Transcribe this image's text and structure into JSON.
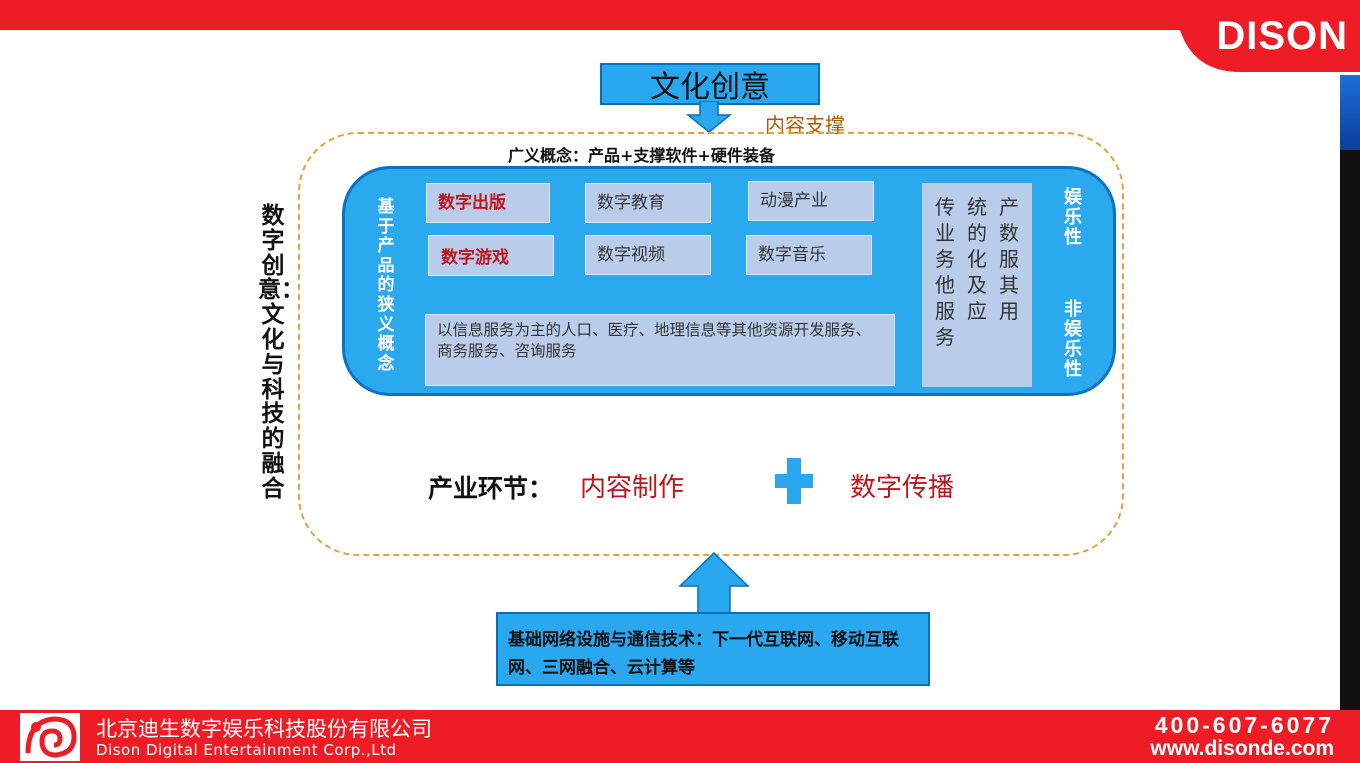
{
  "header": {
    "brand": "DISON"
  },
  "diagram": {
    "culture_title": "文化创意",
    "content_support": "内容支撑",
    "broad_concept": "广义概念：产品+支撑软件+硬件装备",
    "narrow_concept": "基于产品的狭义概念",
    "left_vertical_title": "数字创意：文化与科技的融合",
    "categories": {
      "digital_publishing": "数字出版",
      "digital_education": "数字教育",
      "animation_industry": "动漫产业",
      "digital_games": "数字游戏",
      "digital_video": "数字视频",
      "digital_music": "数字音乐"
    },
    "info_services": "以信息服务为主的人口、医疗、地理信息等其他资源开发服务、商务服务、咨询服务",
    "traditional_services": {
      "col1": "传业务他服务",
      "col2": "统的化及应",
      "col3": "产数服其用"
    },
    "entertainment": "娱乐性",
    "non_entertainment": "非娱乐性",
    "industry_label": "产业环节：",
    "content_production": "内容制作",
    "digital_propagation": "数字传播",
    "infrastructure": "基础网络设施与通信技术：下一代互联网、移动互联网、三网融合、云计算等"
  },
  "footer": {
    "company_cn": "北京迪生数字娱乐科技股份有限公司",
    "company_en": "Dison Digital Entertainment Corp.,Ltd",
    "phone": "400-607-6077",
    "website": "www.disonde.com"
  },
  "colors": {
    "brand_red": "#ee1c25",
    "panel_blue": "#2ba9ee",
    "cell_gray_blue": "#b9cdeb",
    "accent_red_text": "#c0151b",
    "dashed_orange": "#e1a43a"
  }
}
